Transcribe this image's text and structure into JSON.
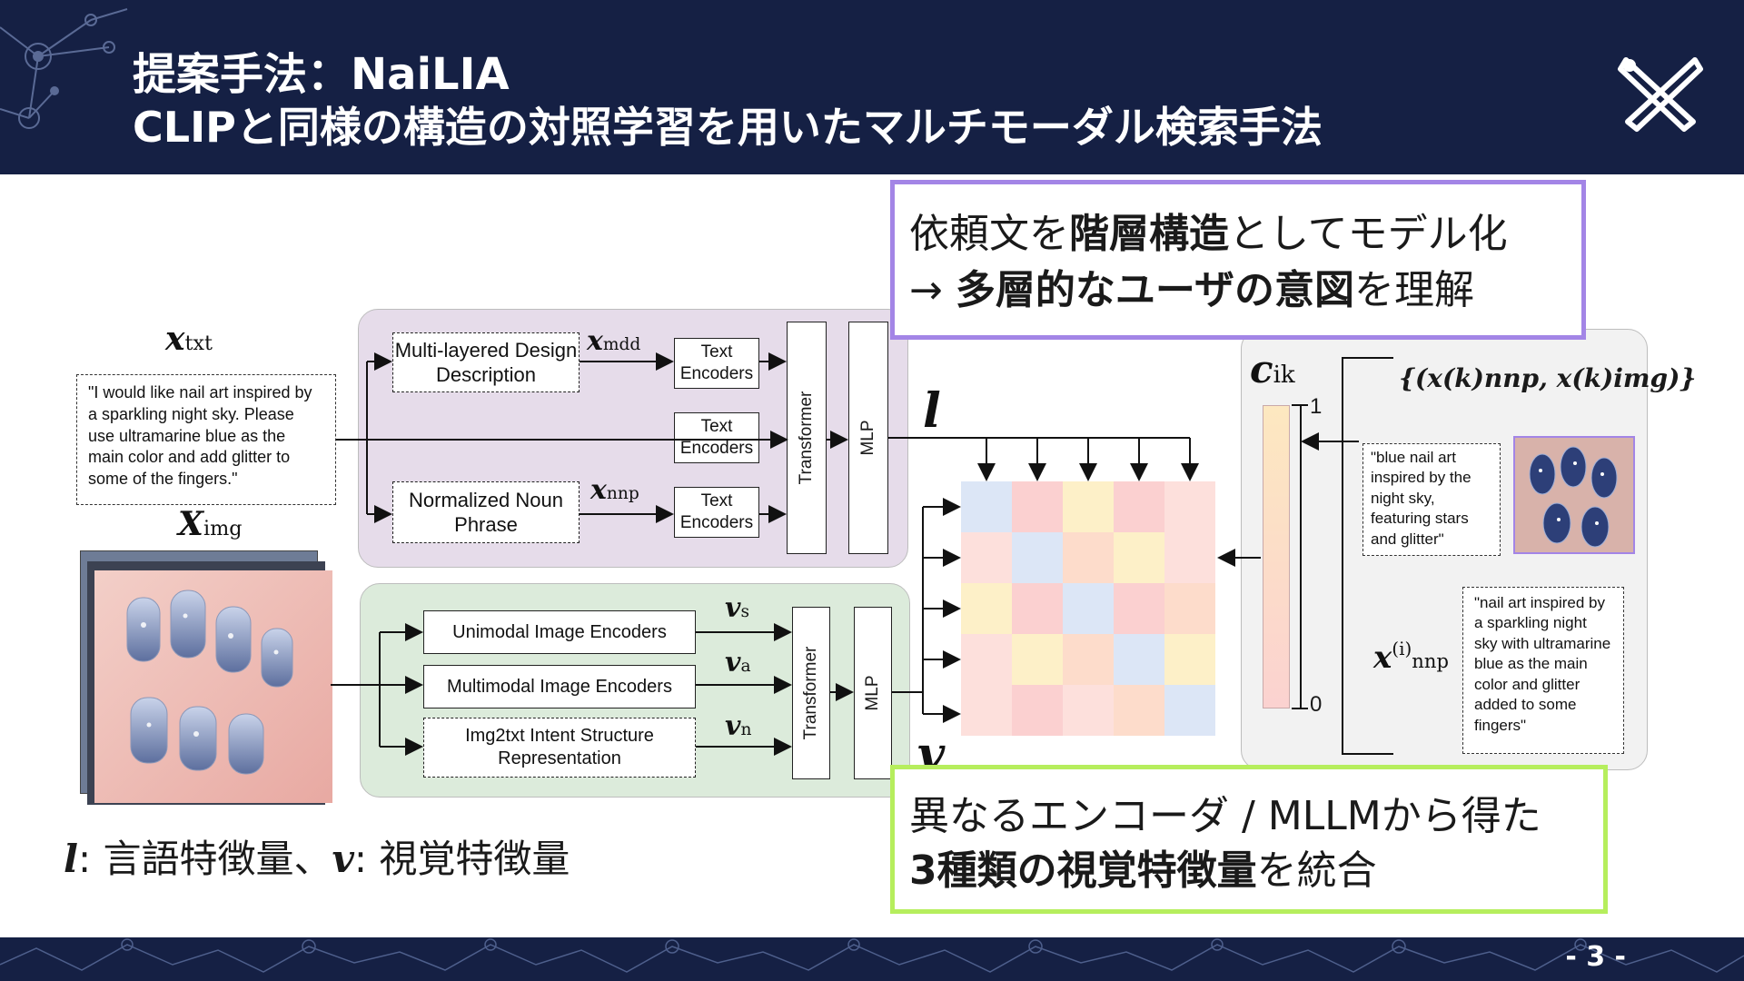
{
  "header": {
    "title_line1": "提案手法：NaiLIA",
    "title_line2": "CLIPと同様の構造の対照学習を用いたマルチモーダル検索手法"
  },
  "footer": {
    "page_number": "- 3 -"
  },
  "colors": {
    "navy": "#152044",
    "text_panel": "#e6dcea",
    "image_panel": "#dcebdb",
    "right_panel": "#f2f2f2",
    "callout_purple": "#a385e6",
    "callout_green": "#b6ee5d"
  },
  "diagram": {
    "x_txt_label": "x",
    "x_txt_sub": "txt",
    "x_img_label": "X",
    "x_img_sub": "img",
    "input_text": "\"I would like nail art inspired by a sparkling night sky. Please use ultramarine blue as the main color and add glitter to some of the fingers.\"",
    "text_branch": {
      "mdd_box": "Multi-layered Design Description",
      "nnp_box": "Normalized Noun Phrase",
      "encoder": "Text Encoders",
      "mdd_var": "x",
      "mdd_sub": "mdd",
      "nnp_var": "x",
      "nnp_sub": "nnp",
      "transformer": "Transformer",
      "mlp": "MLP",
      "output": "l"
    },
    "image_branch": {
      "unimodal": "Unimodal Image Encoders",
      "multimodal": "Multimodal Image Encoders",
      "img2txt": "Img2txt Intent Structure Representation",
      "vs": "v",
      "vs_sub": "s",
      "va": "v",
      "va_sub": "a",
      "vn": "v",
      "vn_sub": "n",
      "transformer": "Transformer",
      "mlp": "MLP",
      "output": "v"
    },
    "similarity": {
      "label": "c",
      "label_sub": "ik",
      "scale_max": "1",
      "scale_min": "0",
      "matrix": [
        [
          "blue",
          "red",
          "yellow",
          "red",
          "pink"
        ],
        [
          "pink",
          "blue",
          "peach",
          "yellow",
          "pink"
        ],
        [
          "yellow",
          "red",
          "blue",
          "red",
          "peach"
        ],
        [
          "pink",
          "yellow",
          "peach",
          "blue",
          "yellow"
        ],
        [
          "pink",
          "red",
          "pink",
          "peach",
          "blue"
        ]
      ],
      "cell_colors": {
        "blue": "#dce6f6",
        "red": "#fbd0d0",
        "yellow": "#fdf0c8",
        "pink": "#fde0dc",
        "peach": "#fddccb"
      }
    },
    "pair_set_label": "{(x(k)nnp, x(k)img)}",
    "pair_caption": "\"blue nail art inspired by the night sky, featuring stars and glitter\"",
    "query_label": "x",
    "query_sup": "(i)",
    "query_sub": "nnp",
    "query_text": "\"nail art inspired by a sparkling night sky with ultramarine blue as the main color and glitter added to some fingers\""
  },
  "legend": {
    "l_symbol": "l",
    "l_text": ": 言語特徴量、",
    "v_symbol": "v",
    "v_text": ": 視覚特徴量"
  },
  "callouts": {
    "top_l1_a": "依頼文を",
    "top_l1_b": "階層構造",
    "top_l1_c": "としてモデル化",
    "top_l2_a": "→ ",
    "top_l2_b": "多層的なユーザの意図",
    "top_l2_c": "を理解",
    "bottom_l1": "異なるエンコーダ / MLLMから得た",
    "bottom_l2_b": "3種類の視覚特徴量",
    "bottom_l2_c": "を統合"
  }
}
